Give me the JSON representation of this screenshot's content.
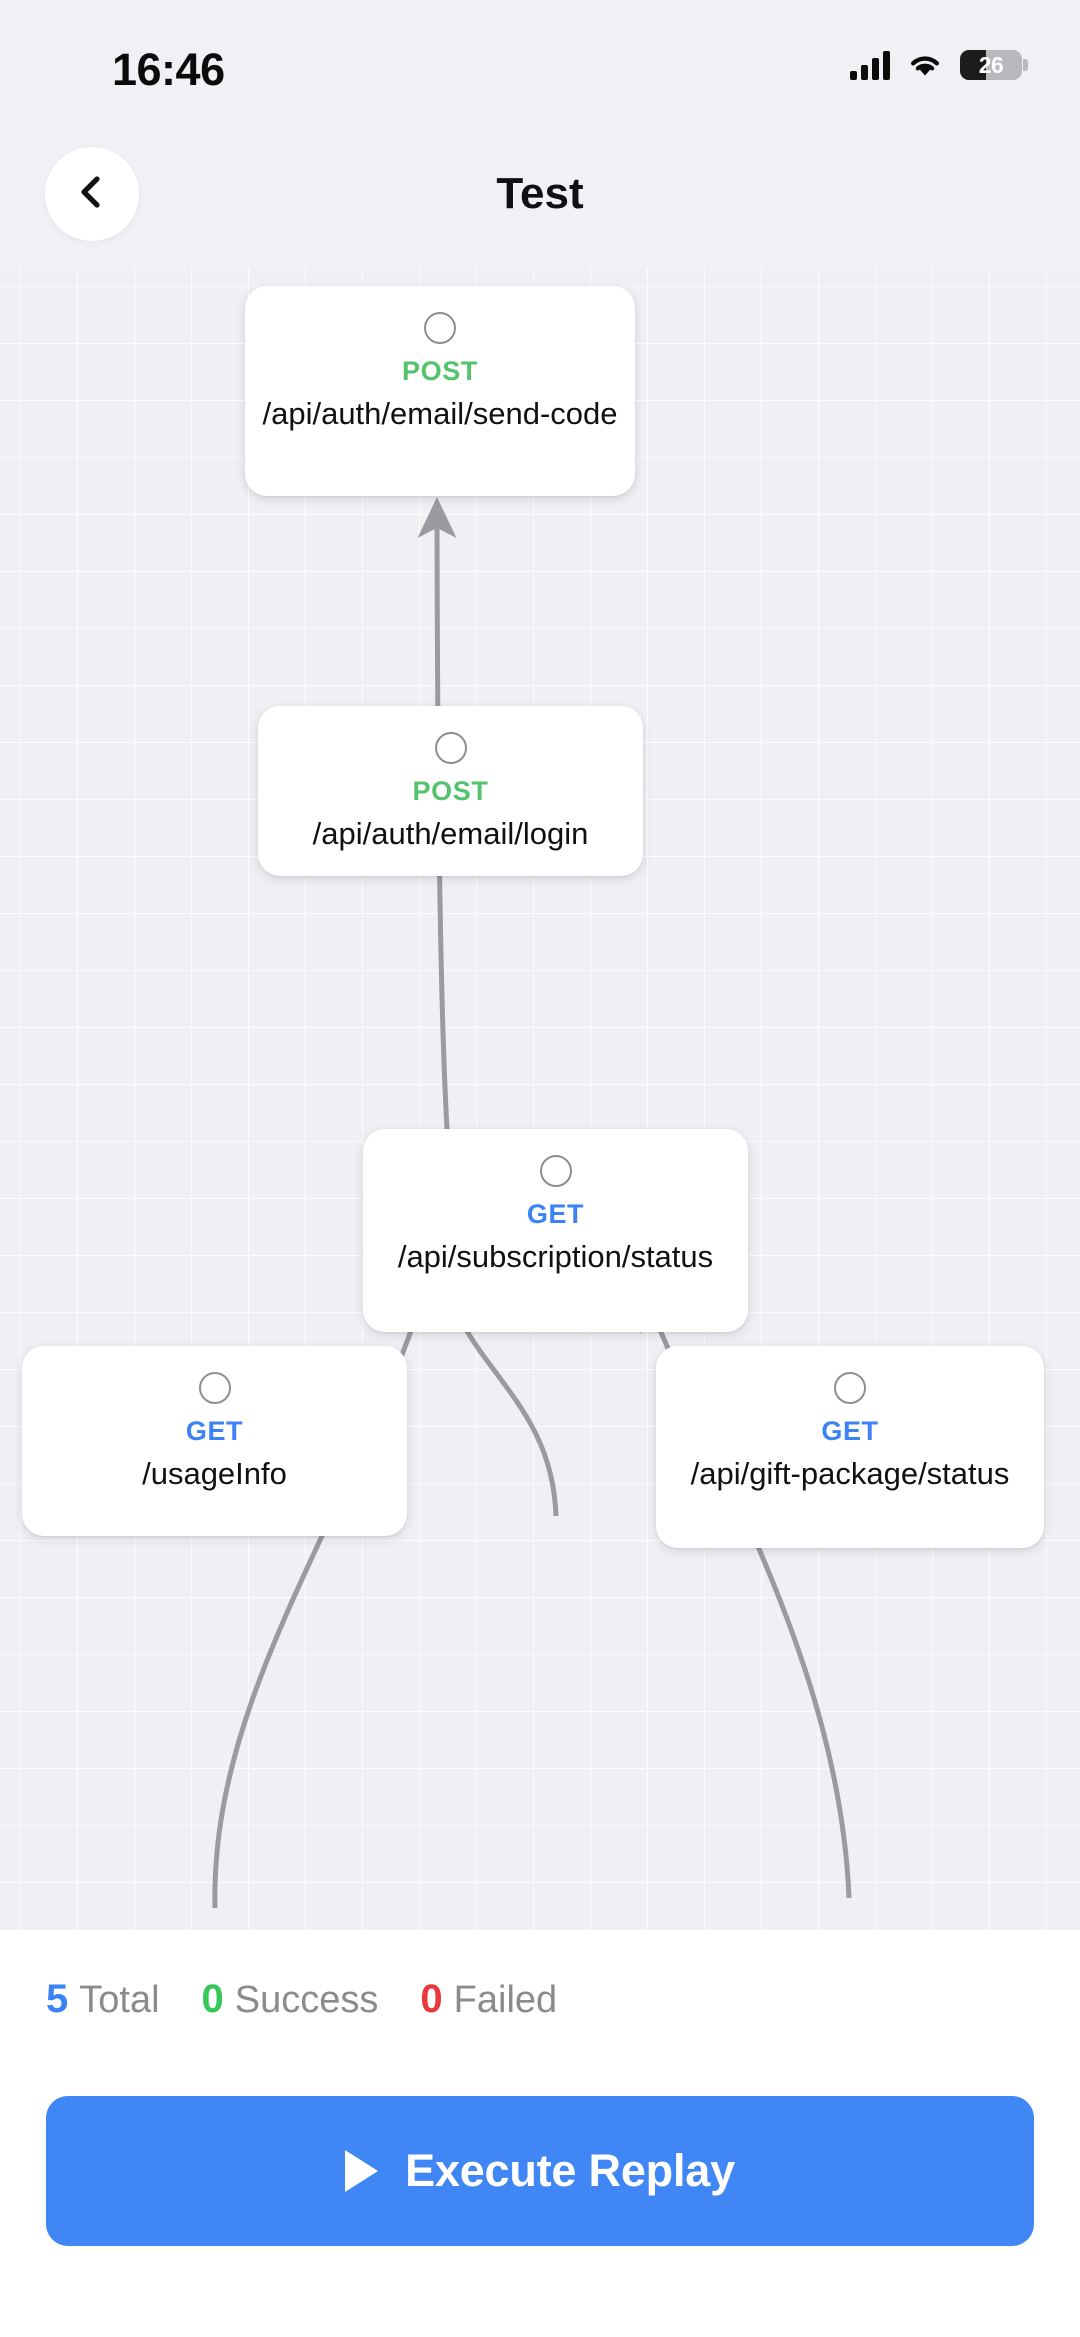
{
  "status_bar": {
    "time": "16:46",
    "battery_percent": "26",
    "signal_icon": "cellular-signal-icon",
    "wifi_icon": "wifi-icon",
    "battery_icon": "battery-icon"
  },
  "header": {
    "back_icon": "chevron-left-icon",
    "title": "Test"
  },
  "canvas": {
    "nodes": [
      {
        "id": "send-code",
        "method": "POST",
        "method_class": "post",
        "path": "/api/auth/email/send-code",
        "status_icon": "pending-circle-icon"
      },
      {
        "id": "login",
        "method": "POST",
        "method_class": "post",
        "path": "/api/auth/email/login",
        "status_icon": "pending-circle-icon"
      },
      {
        "id": "subscription",
        "method": "GET",
        "method_class": "get",
        "path": "/api/subscription/status",
        "status_icon": "pending-circle-icon"
      },
      {
        "id": "usage-info",
        "method": "GET",
        "method_class": "get",
        "path": "/usageInfo",
        "status_icon": "pending-circle-icon"
      },
      {
        "id": "gift-package",
        "method": "GET",
        "method_class": "get",
        "path": "/api/gift-package/status",
        "status_icon": "pending-circle-icon"
      }
    ],
    "edges": [
      {
        "from": "login",
        "to": "send-code"
      },
      {
        "from": "subscription",
        "to": "login"
      },
      {
        "from": "usage-info",
        "to": "login"
      },
      {
        "from": "gift-package",
        "to": "login"
      }
    ]
  },
  "stats": {
    "total": {
      "value": "5",
      "label": "Total"
    },
    "success": {
      "value": "0",
      "label": "Success"
    },
    "failed": {
      "value": "0",
      "label": "Failed"
    }
  },
  "actions": {
    "execute_replay_label": "Execute Replay",
    "play_icon": "play-icon"
  },
  "colors": {
    "accent_blue": "#4086f4",
    "method_post": "#53c46b",
    "method_get": "#3b82f6",
    "total": "#3b82f6",
    "success": "#34c759",
    "failed": "#e8383d",
    "canvas_bg": "#f0f0f4"
  }
}
